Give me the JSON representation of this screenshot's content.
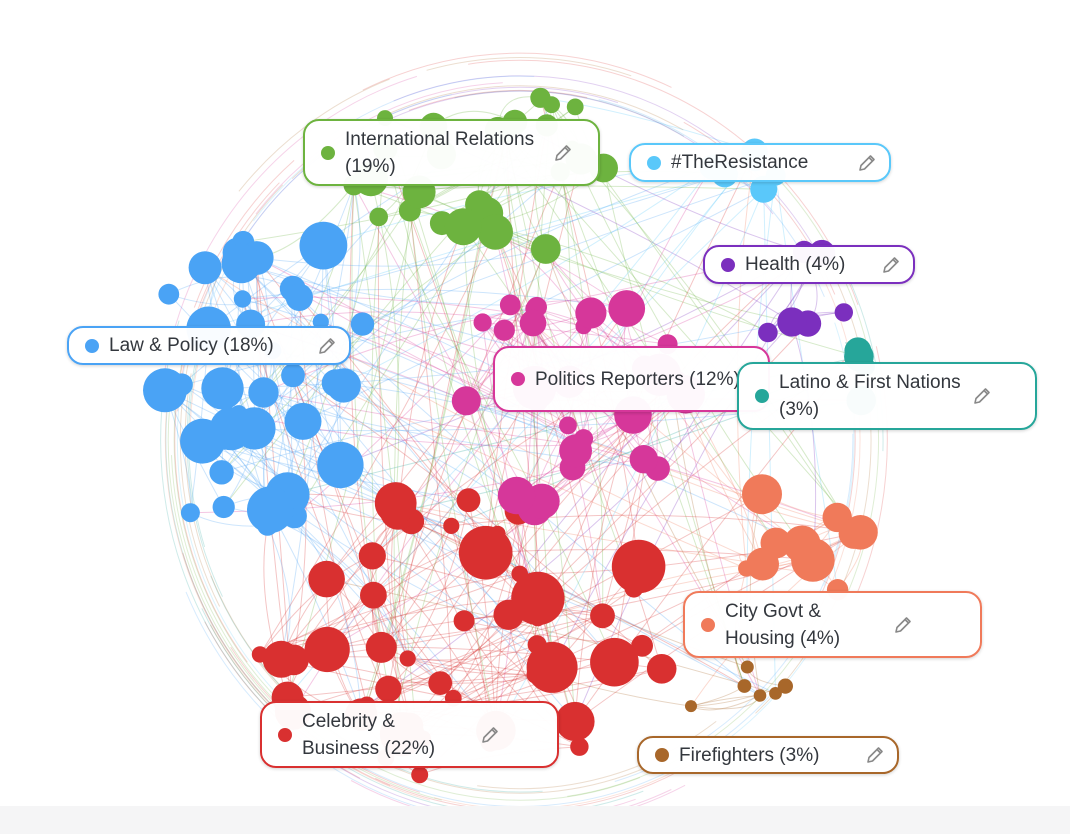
{
  "colors": {
    "international": "#6db33f",
    "resistance": "#5ac8fa",
    "health": "#7b2fbe",
    "law": "#4aa3f5",
    "politics": "#d6379a",
    "latino": "#26a69a",
    "city": "#f07a5a",
    "celebrity": "#d93030",
    "firefighters": "#a8672a"
  },
  "clusters": [
    {
      "key": "international",
      "label": "International Relations (19%)",
      "icon": "pencil-icon"
    },
    {
      "key": "resistance",
      "label": "#TheResistance",
      "icon": "pencil-icon"
    },
    {
      "key": "health",
      "label": "Health (4%)",
      "icon": "pencil-icon"
    },
    {
      "key": "law",
      "label": "Law & Policy (18%)",
      "icon": "pencil-icon"
    },
    {
      "key": "politics",
      "label": "Politics Reporters (12%)",
      "icon": "pencil-icon"
    },
    {
      "key": "latino",
      "label": "Latino & First Nations (3%)",
      "icon": "pencil-icon"
    },
    {
      "key": "city",
      "label": "City Govt & Housing (4%)",
      "icon": "pencil-icon"
    },
    {
      "key": "celebrity",
      "label": "Celebrity & Business (22%)",
      "icon": "pencil-icon"
    },
    {
      "key": "firefighters",
      "label": "Firefighters (3%)",
      "icon": "pencil-icon"
    }
  ]
}
